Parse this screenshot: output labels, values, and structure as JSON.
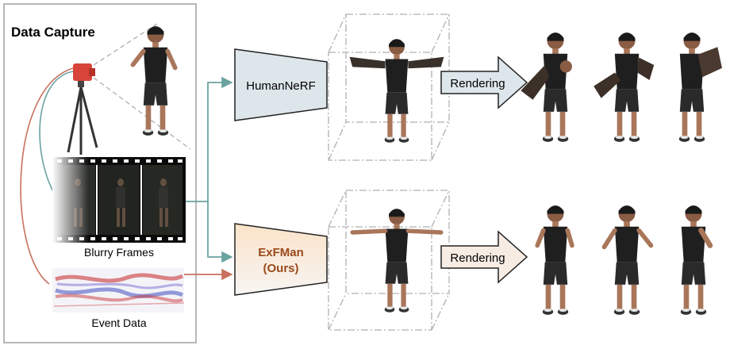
{
  "panel": {
    "title": "Data Capture"
  },
  "labels": {
    "blurry_frames": "Blurry Frames",
    "event_data": "Event Data"
  },
  "methods": {
    "baseline": {
      "name": "HumanNeRF"
    },
    "ours": {
      "name_line1": "ExFMan",
      "name_line2": "(Ours)"
    }
  },
  "arrows": {
    "top_label": "Rendering",
    "bottom_label": "Rendering"
  },
  "colors": {
    "teal": "#6aa3a0",
    "salmon": "#c9705e",
    "baseline_fill": "#dde6ea",
    "ours_fill_top": "#fbe7d2",
    "ours_fill_bottom": "#f6f4f2",
    "ours_text": "#9a4a1c",
    "skin": "#a9765a",
    "shirt": "#1f1f1f",
    "shorts": "#2a2a2a"
  }
}
